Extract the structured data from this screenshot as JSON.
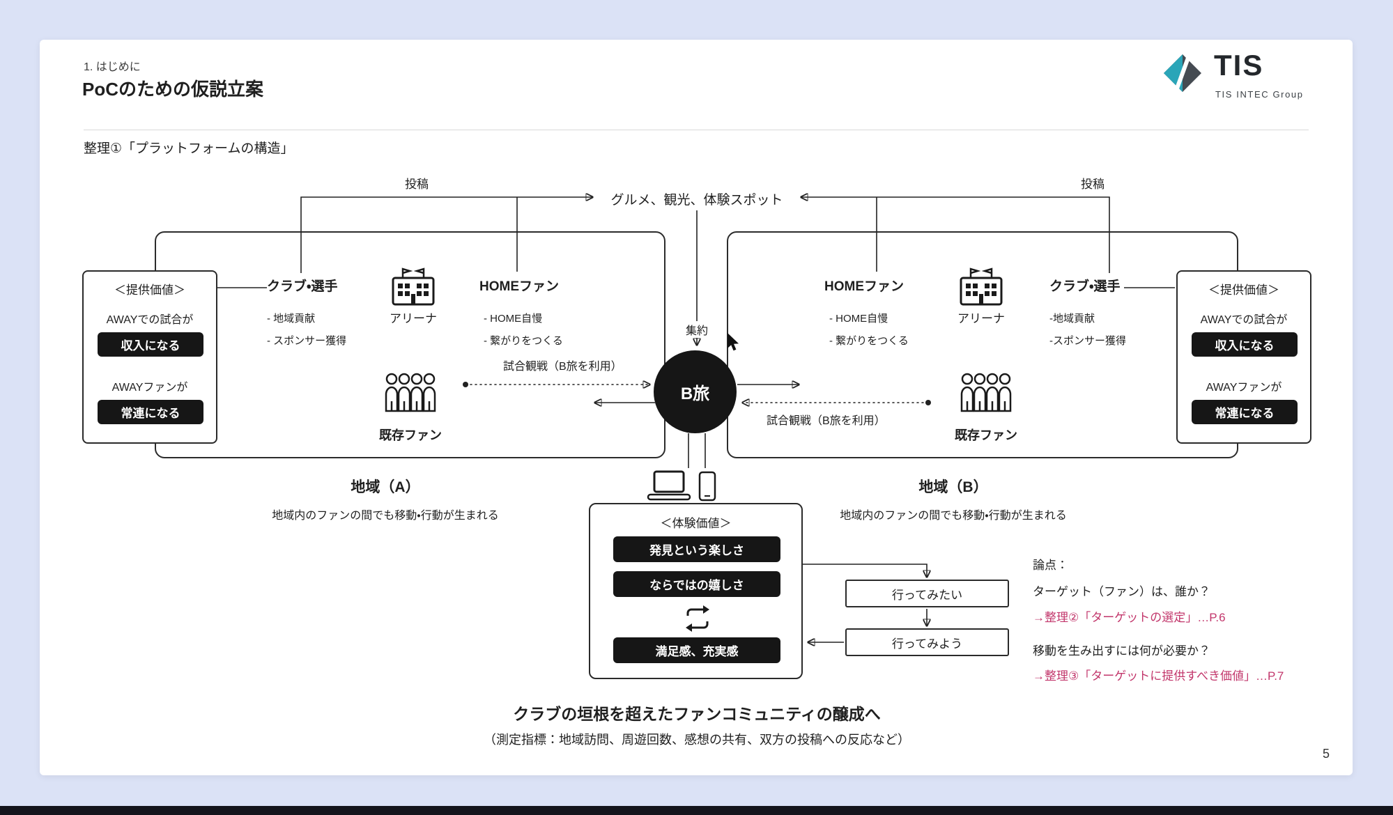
{
  "page": {
    "section_label": "1. はじめに",
    "title": "PoCのための仮説立案",
    "subtitle": "整理①「プラットフォームの構造」",
    "page_number": "5"
  },
  "logo": {
    "text": "TIS",
    "group": "TIS INTEC Group"
  },
  "colors": {
    "accent_pink": "#c2366b",
    "ink": "#1f1f1f",
    "background": "#dbe2f6",
    "teal": "#2aa5b8"
  },
  "top": {
    "post_left": "投稿",
    "post_right": "投稿",
    "spots": "グルメ、観光、体験スポット",
    "aggregate": "集約"
  },
  "hub": {
    "label": "B旅"
  },
  "region_a": {
    "value_box": {
      "title": "＜提供価値＞",
      "row1_label": "AWAYでの試合が",
      "row1_pill": "収入になる",
      "row2_label": "AWAYファンが",
      "row2_pill": "常連になる"
    },
    "club_title": "クラブ・選手",
    "club_items": [
      "- 地域貢献",
      "- スポンサー獲得"
    ],
    "arena_label": "アリーナ",
    "homefan_title": "HOMEファン",
    "homefan_items": [
      "- HOME自慢",
      "- 繋がりをつくる"
    ],
    "existing_fan": "既存ファン",
    "watch_label": "試合観戦（B旅を利用）",
    "region_label": "地域（A）",
    "region_caption": "地域内のファンの間でも移動・行動が生まれる"
  },
  "region_b": {
    "value_box": {
      "title": "＜提供価値＞",
      "row1_label": "AWAYでの試合が",
      "row1_pill": "収入になる",
      "row2_label": "AWAYファンが",
      "row2_pill": "常連になる"
    },
    "club_title": "クラブ・選手",
    "club_items": [
      "-地域貢献",
      "-スポンサー獲得"
    ],
    "arena_label": "アリーナ",
    "homefan_title": "HOMEファン",
    "homefan_items": [
      "- HOME自慢",
      "- 繋がりをつくる"
    ],
    "existing_fan": "既存ファン",
    "watch_label": "試合観戦（B旅を利用）",
    "region_label": "地域（B）",
    "region_caption": "地域内のファンの間でも移動・行動が生まれる"
  },
  "experience": {
    "title": "＜体験価値＞",
    "pill1": "発見という楽しさ",
    "pill2": "ならではの嬉しさ",
    "pill3": "満足感、充実感"
  },
  "flow": {
    "want": "行ってみたい",
    "go": "行ってみよう"
  },
  "points": {
    "title": "論点：",
    "q1": "ターゲット（ファン）は、誰か？",
    "a1": "→整理②「ターゲットの選定」…P.6",
    "q2": "移動を生み出すには何が必要か？",
    "a2": "→整理③「ターゲットに提供すべき価値」…P.7"
  },
  "footer": {
    "goal": "クラブの垣根を超えたファンコミュニティの醸成へ",
    "metrics": "（測定指標：地域訪問、周遊回数、感想の共有、双方の投稿への反応など）"
  }
}
